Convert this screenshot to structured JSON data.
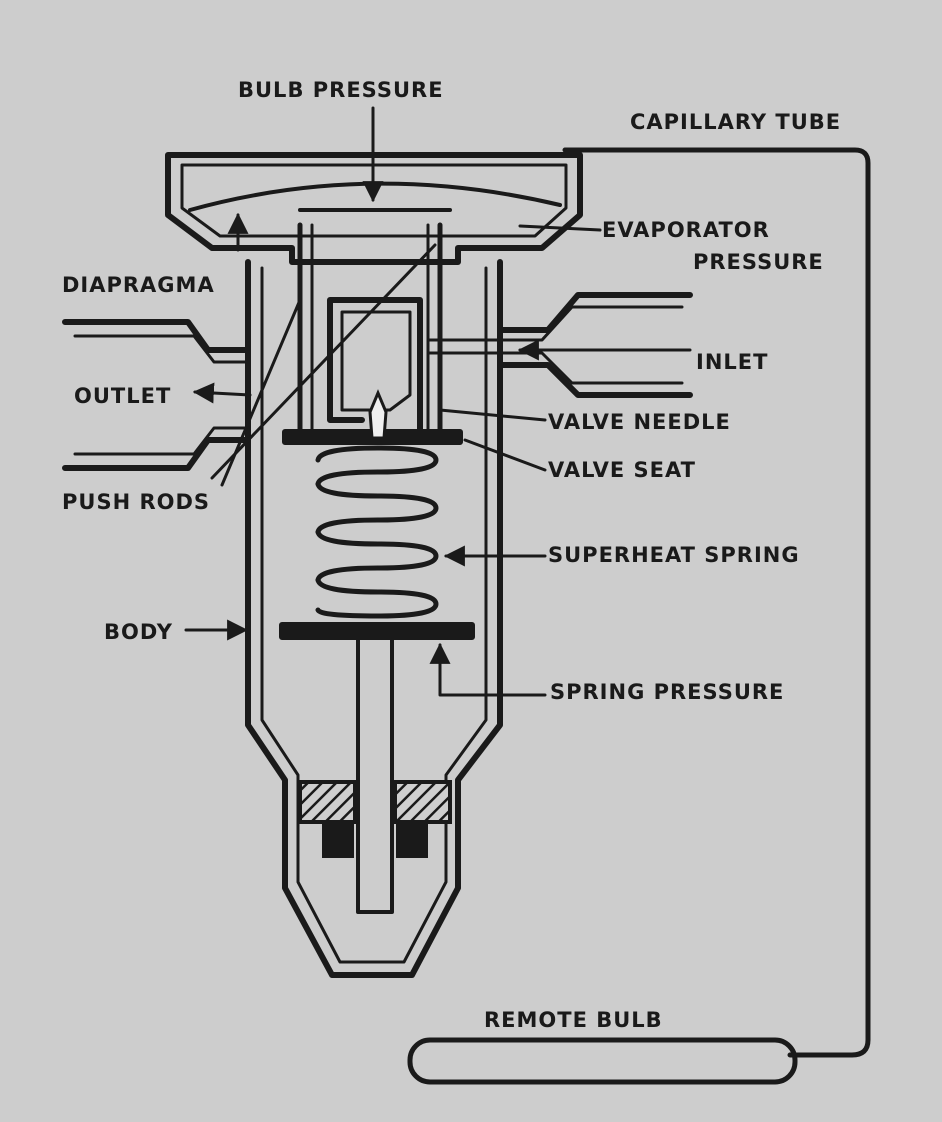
{
  "labels": {
    "bulb_pressure": "BULB PRESSURE",
    "capillary_tube": "CAPILLARY TUBE",
    "evaporator_1": "EVAPORATOR",
    "evaporator_2": "PRESSURE",
    "diapragma": "DIAPRAGMA",
    "inlet": "INLET",
    "outlet": "OUTLET",
    "valve_needle": "VALVE NEEDLE",
    "valve_seat": "VALVE SEAT",
    "push_rods": "PUSH RODS",
    "superheat_spring": "SUPERHEAT SPRING",
    "body": "BODY",
    "spring_pressure": "SPRING PRESSURE",
    "remote_bulb": "REMOTE BULB"
  },
  "colors": {
    "ink": "#1a1a1a",
    "paper": "#cdcdcd"
  }
}
